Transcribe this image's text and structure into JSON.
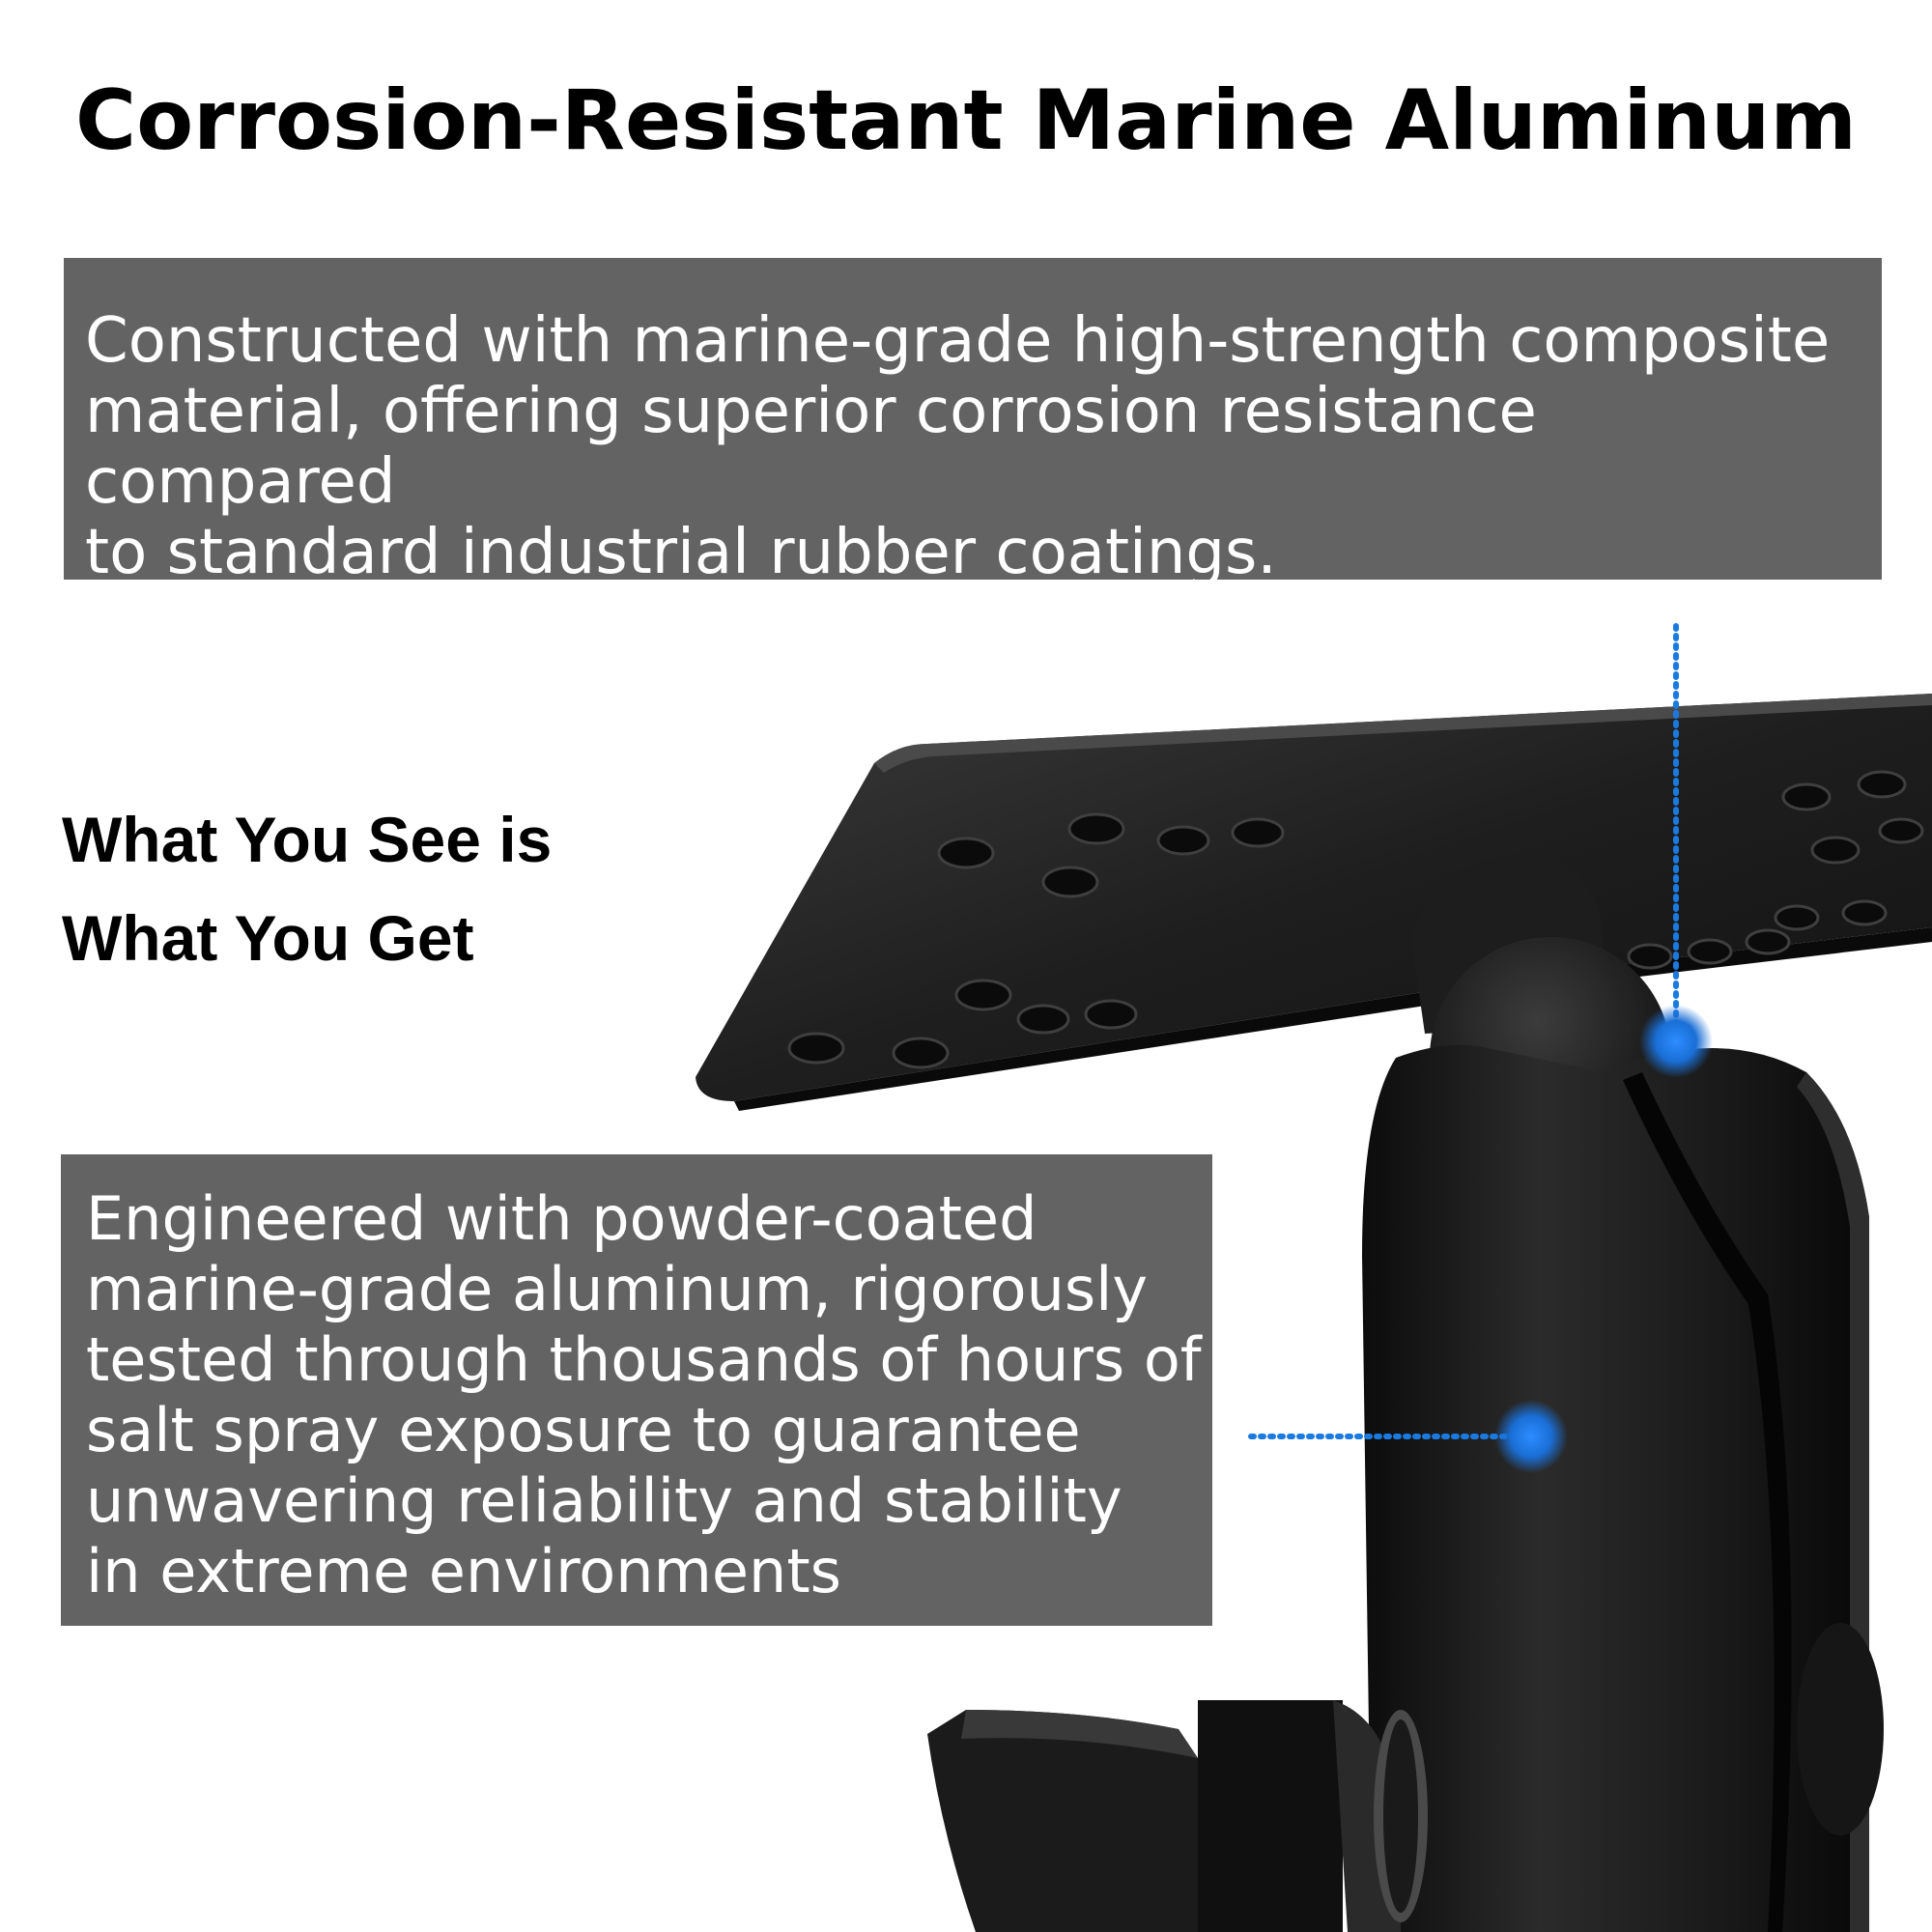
{
  "headline": "Corrosion-Resistant Marine Aluminum",
  "top_panel": {
    "lines": [
      "Constructed with marine-grade high-strength composite",
      "material, offering superior corrosion resistance compared",
      "to standard industrial rubber coatings."
    ]
  },
  "tagline": {
    "line1": "What You See is",
    "line2": "What You Get"
  },
  "bottom_panel": {
    "lines": [
      "Engineered with powder-coated",
      "marine-grade aluminum, rigorously",
      "tested through thousands of hours of",
      "salt spray exposure to guarantee",
      "unwavering reliability and stability",
      "in extreme environments"
    ]
  },
  "colors": {
    "panel_bg": "#636363",
    "callout_blue": "#1a7ae0",
    "product_black": "#1c1c1c"
  }
}
